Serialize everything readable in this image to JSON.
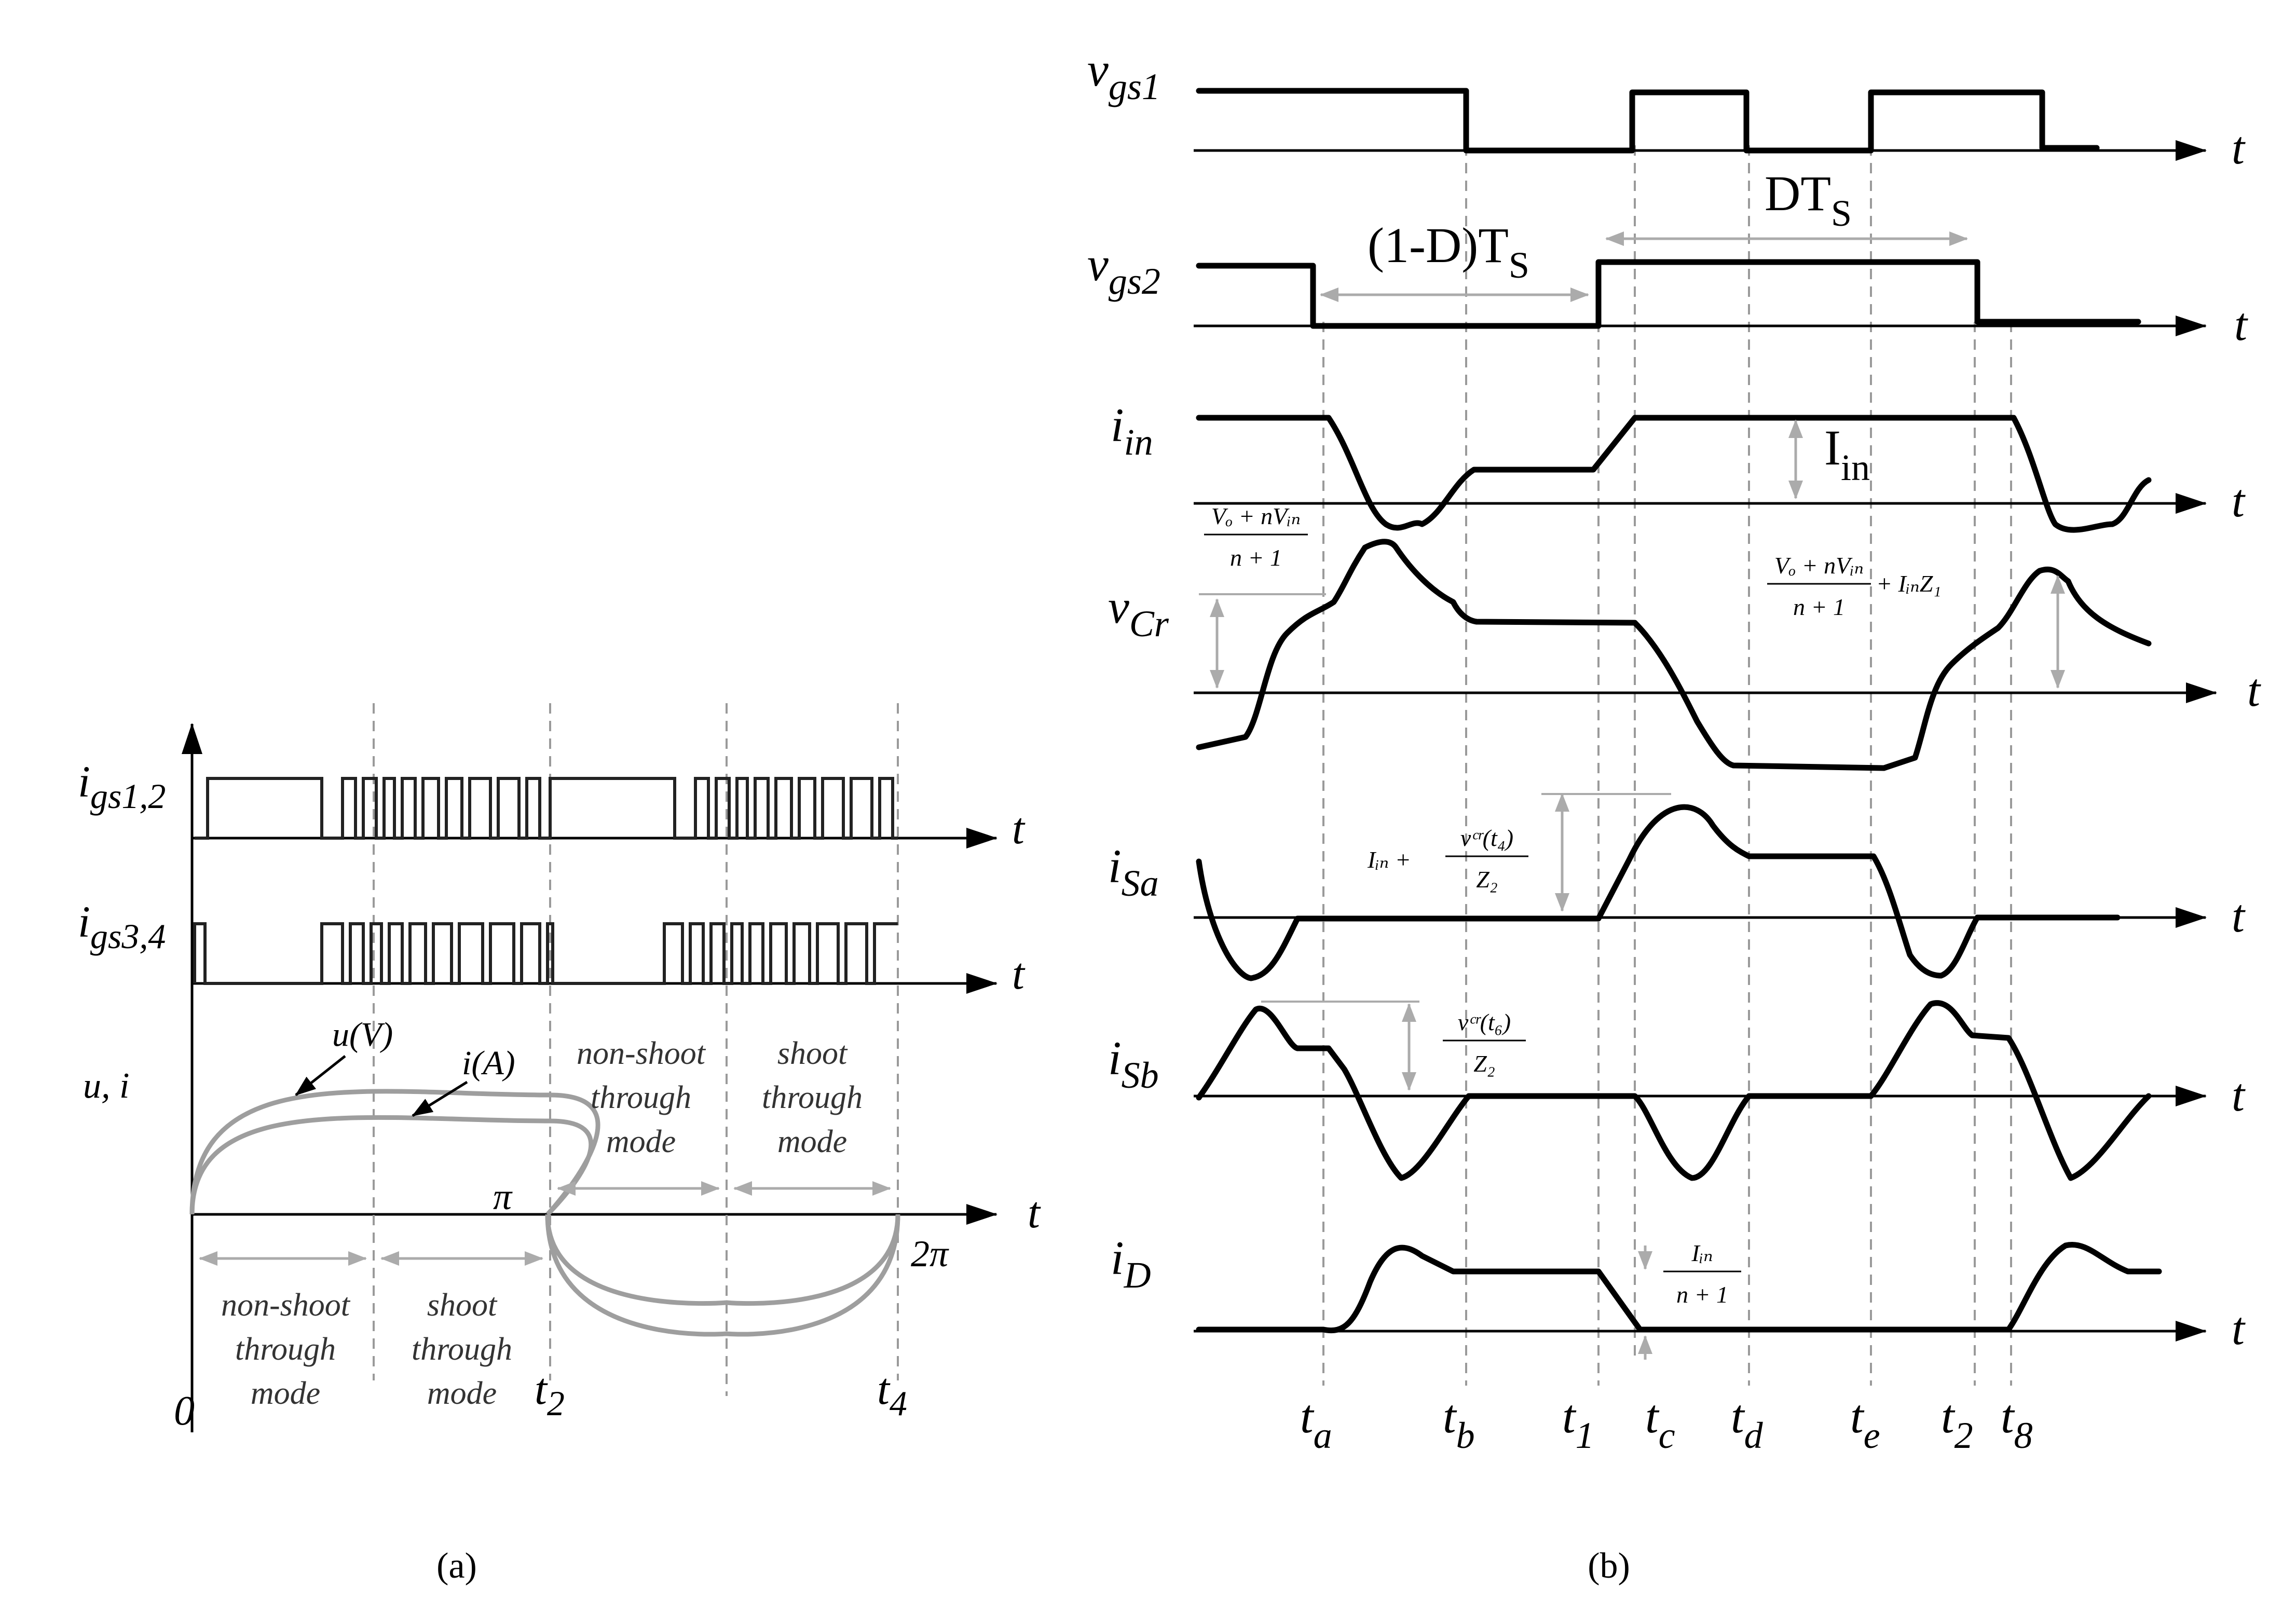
{
  "panel_a": {
    "caption": "(a)",
    "signal_labels": {
      "gs12": "i",
      "gs12_sub": "gs1,2",
      "gs34": "i",
      "gs34_sub": "gs3,4",
      "ui": "u, i"
    },
    "axis_t": "t",
    "curve_labels": {
      "u": "u(V)",
      "i": "i(A)"
    },
    "angle_labels": {
      "pi": "π",
      "two_pi": "2π"
    },
    "regions_upper": [
      {
        "lines": [
          "non-shoot",
          "through",
          "mode"
        ]
      },
      {
        "lines": [
          "shoot",
          "through",
          "mode"
        ]
      }
    ],
    "regions_lower": [
      {
        "lines": [
          "non-shoot",
          "through",
          "mode"
        ]
      },
      {
        "lines": [
          "shoot",
          "through",
          "mode"
        ]
      }
    ],
    "time_labels": {
      "zero": "0",
      "t2": "t",
      "t2_sub": "2",
      "t4": "t",
      "t4_sub": "4"
    }
  },
  "panel_b": {
    "caption": "(b)",
    "signal_labels": [
      {
        "main": "v",
        "sub": "gs1"
      },
      {
        "main": "v",
        "sub": "gs2"
      },
      {
        "main": "i",
        "sub": "in"
      },
      {
        "main": "v",
        "sub": "Cr"
      },
      {
        "main": "i",
        "sub": "Sa"
      },
      {
        "main": "i",
        "sub": "Sb"
      },
      {
        "main": "i",
        "sub": "D"
      }
    ],
    "axis_t": "t",
    "annotations": {
      "one_minus_d": "(1-D)T",
      "one_minus_d_sub": "S",
      "dts": "DT",
      "dts_sub": "S",
      "iin": "I",
      "iin_sub": "in",
      "vcr_left_num": "Vₒ + nVᵢₙ",
      "vcr_left_den": "n + 1",
      "vcr_right_num": "Vₒ + nVᵢₙ",
      "vcr_right_den": "n + 1",
      "vcr_right_tail": "+ IᵢₙZ₁",
      "isa_lead": "Iᵢₙ +",
      "isa_num": "vᶜʳ(t₄)",
      "isa_den": "Z₂",
      "isb_num": "vᶜʳ(t₆)",
      "isb_den": "Z₂",
      "id_num": "Iᵢₙ",
      "id_den": "n + 1"
    },
    "time_labels": [
      {
        "main": "t",
        "sub": "a"
      },
      {
        "main": "t",
        "sub": "b"
      },
      {
        "main": "t",
        "sub": "1"
      },
      {
        "main": "t",
        "sub": "c"
      },
      {
        "main": "t",
        "sub": "d"
      },
      {
        "main": "t",
        "sub": "e"
      },
      {
        "main": "t",
        "sub": "2"
      },
      {
        "main": "t",
        "sub": "8"
      }
    ]
  }
}
